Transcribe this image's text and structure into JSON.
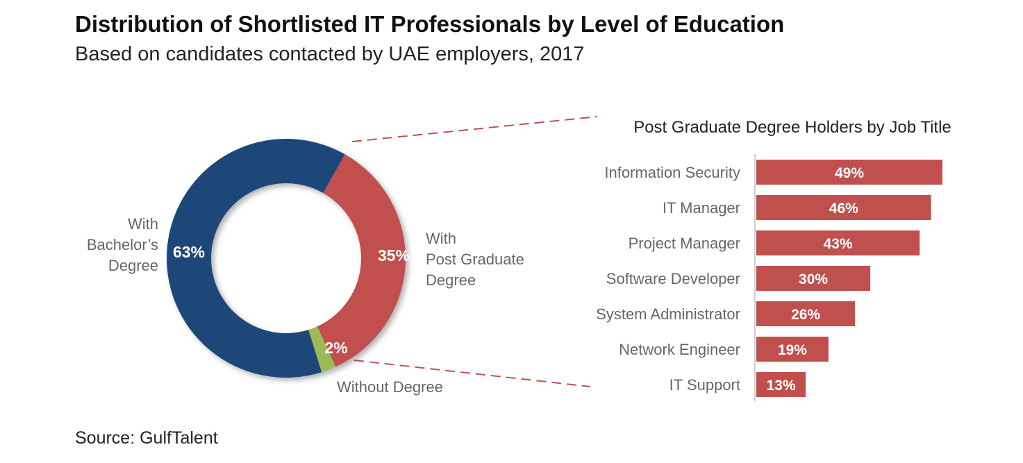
{
  "title": "Distribution of Shortlisted IT Professionals by Level of Education",
  "subtitle": "Based on candidates contacted by UAE employers, 2017",
  "source": "Source: GulfTalent",
  "chart_data": [
    {
      "type": "pie",
      "variant": "donut",
      "slices": [
        {
          "label": [
            "With",
            "Post Graduate",
            "Degree"
          ],
          "value": 35,
          "value_label": "35%",
          "color": "#c0504d"
        },
        {
          "label": [
            "Without Degree"
          ],
          "value": 2,
          "value_label": "2%",
          "color": "#9bbb59"
        },
        {
          "label": [
            "With",
            "Bachelor’s",
            "Degree"
          ],
          "value": 63,
          "value_label": "63%",
          "color": "#1f4778"
        }
      ]
    },
    {
      "type": "bar",
      "orientation": "horizontal",
      "title": "Post Graduate Degree Holders by Job Title",
      "categories": [
        "Information Security",
        "IT Manager",
        "Project Manager",
        "Software Developer",
        "System Administrator",
        "Network Engineer",
        "IT Support"
      ],
      "values": [
        49,
        46,
        43,
        30,
        26,
        19,
        13
      ],
      "value_labels": [
        "49%",
        "46%",
        "43%",
        "30%",
        "26%",
        "19%",
        "13%"
      ],
      "color": "#c0504d",
      "unit": "%"
    }
  ]
}
